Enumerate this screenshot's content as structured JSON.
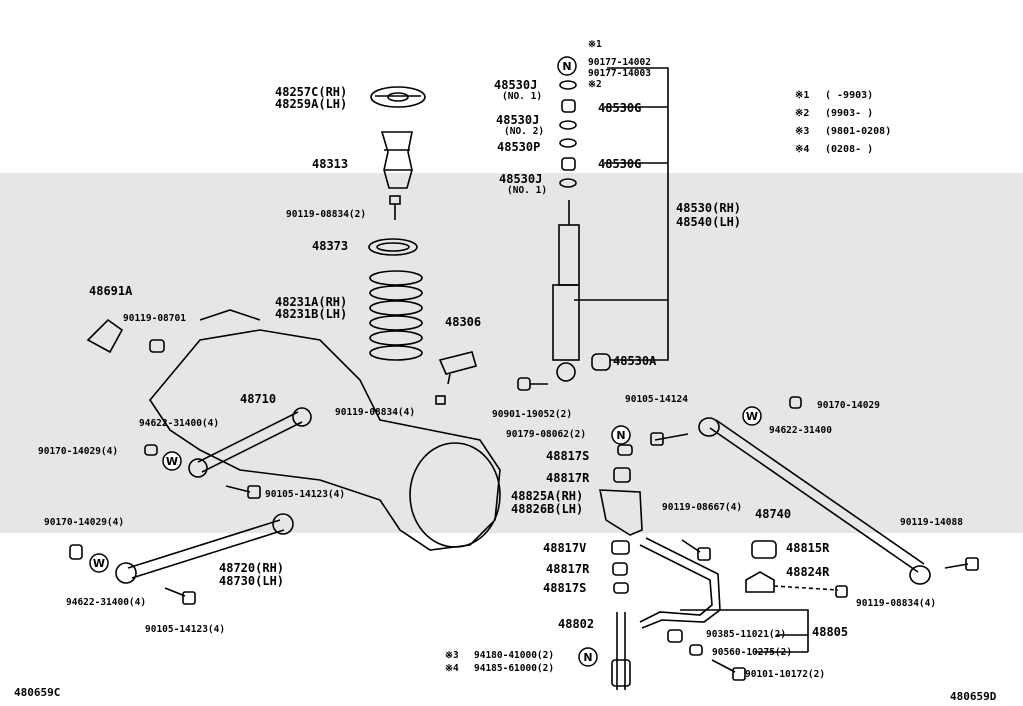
{
  "diagram": {
    "labels": {
      "l1": "※1",
      "l2": "90177-14002",
      "l3": "90177-14003",
      "l4": "※2",
      "l5": "48257C(RH)",
      "l6": "48259A(LH)",
      "l7": "48530J",
      "l8": "(NO. 1)",
      "l9": "48530G",
      "l10": "48530J",
      "l11": "(NO. 2)",
      "l12": "48530P",
      "l13": "48530G",
      "l14": "48530J",
      "l15": "(NO. 1)",
      "l16": "48313",
      "l17": "90119-08834(2)",
      "l18": "48530(RH)",
      "l19": "48540(LH)",
      "l20": "48373",
      "l21": "48691A",
      "l22": "48231A(RH)",
      "l23": "48231B(LH)",
      "l24": "90119-08701",
      "l25": "48306",
      "l26": "48530A",
      "l27": "48710",
      "l28": "90119-08834(4)",
      "l29": "90901-19052(2)",
      "l30": "90105-14124",
      "l31": "90170-14029",
      "l32": "94622-31400(4)",
      "l33": "94622-31400",
      "l34": "90170-14029(4)",
      "l35": "90179-08062(2)",
      "l36": "48817S",
      "l37": "48817R",
      "l38": "90105-14123(4)",
      "l39": "48825A(RH)",
      "l40": "48826B(LH)",
      "l41": "90119-08667(4)",
      "l42": "48740",
      "l43": "90170-14029(4)",
      "l44": "90119-14088",
      "l45": "48817V",
      "l46": "48815R",
      "l47": "48720(RH)",
      "l48": "48730(LH)",
      "l49": "48817R",
      "l50": "48824R",
      "l51": "48817S",
      "l52": "94622-31400(4)",
      "l53": "90119-08834(4)",
      "l54": "90105-14123(4)",
      "l55": "48802",
      "l56": "90385-11021(2)",
      "l57": "48805",
      "l58": "※3",
      "l59": "94180-41000(2)",
      "l60": "90560-10275(2)",
      "l61": "※4",
      "l62": "94185-61000(2)",
      "l63": "90101-10172(2)"
    },
    "circle_marks": {
      "n1": "N",
      "n2": "N",
      "n3": "N",
      "w1": "W",
      "w2": "W",
      "w3": "W"
    },
    "legend": [
      {
        "mark": "※1",
        "range": "(      -9903)"
      },
      {
        "mark": "※2",
        "range": "(9903-      )"
      },
      {
        "mark": "※3",
        "range": "(9801-0208)"
      },
      {
        "mark": "※4",
        "range": "(0208-      )"
      }
    ],
    "footer": {
      "left": "480659C",
      "right": "480659D"
    }
  }
}
